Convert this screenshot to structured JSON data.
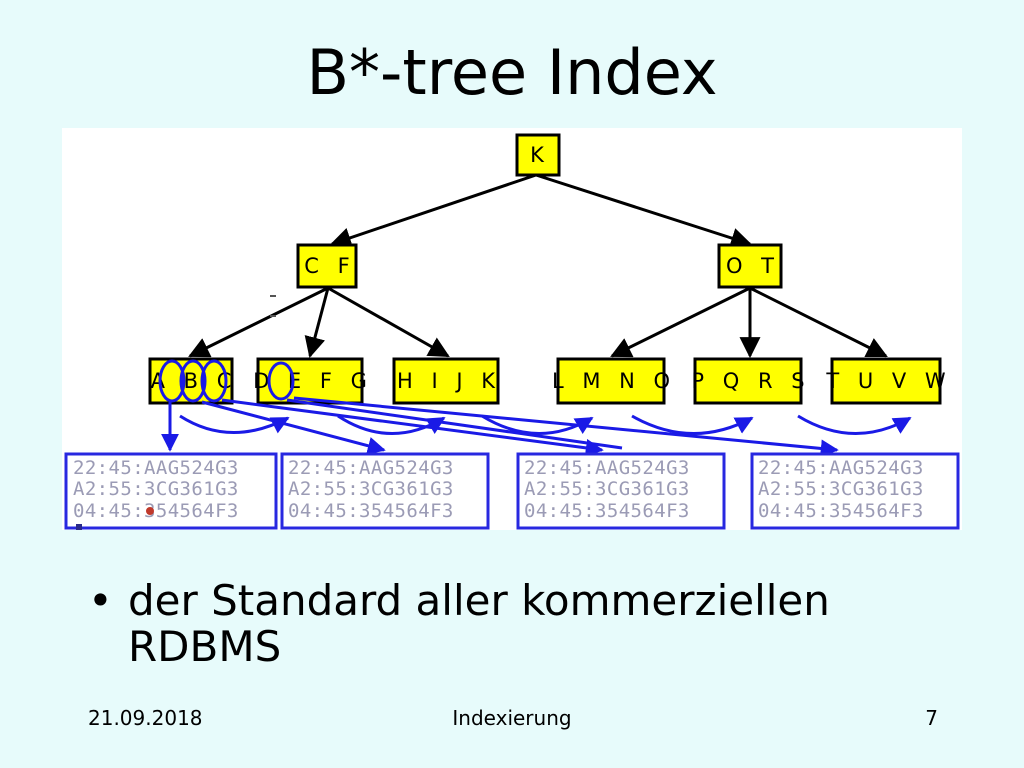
{
  "slide": {
    "title": "B*-tree Index",
    "bullets": [
      "der Standard aller kommerziellen RDBMS"
    ],
    "footer": {
      "date": "21.09.2018",
      "center": "Indexierung",
      "page": "7"
    }
  },
  "diagram": {
    "root": "K",
    "level1": [
      "C F",
      "O T"
    ],
    "leaves": [
      "A B C",
      "D E F G",
      "H I J K",
      "L M N O",
      "P Q R S",
      "T U V W"
    ],
    "data_blocks": [
      [
        "22:45:AAG524G3",
        "A2:55:3CG361G3",
        "04:45:354564F3"
      ],
      [
        "22:45:AAG524G3",
        "A2:55:3CG361G3",
        "04:45:354564F3"
      ],
      [
        "22:45:AAG524G3",
        "A2:55:3CG361G3",
        "04:45:354564F3"
      ],
      [
        "22:45:AAG524G3",
        "A2:55:3CG361G3",
        "04:45:354564F3"
      ]
    ],
    "colors": {
      "node_fill": "#ffff00",
      "pointer": "#1a1ae6",
      "block_border": "#2828e0",
      "block_text": "#9b9bb5"
    }
  }
}
